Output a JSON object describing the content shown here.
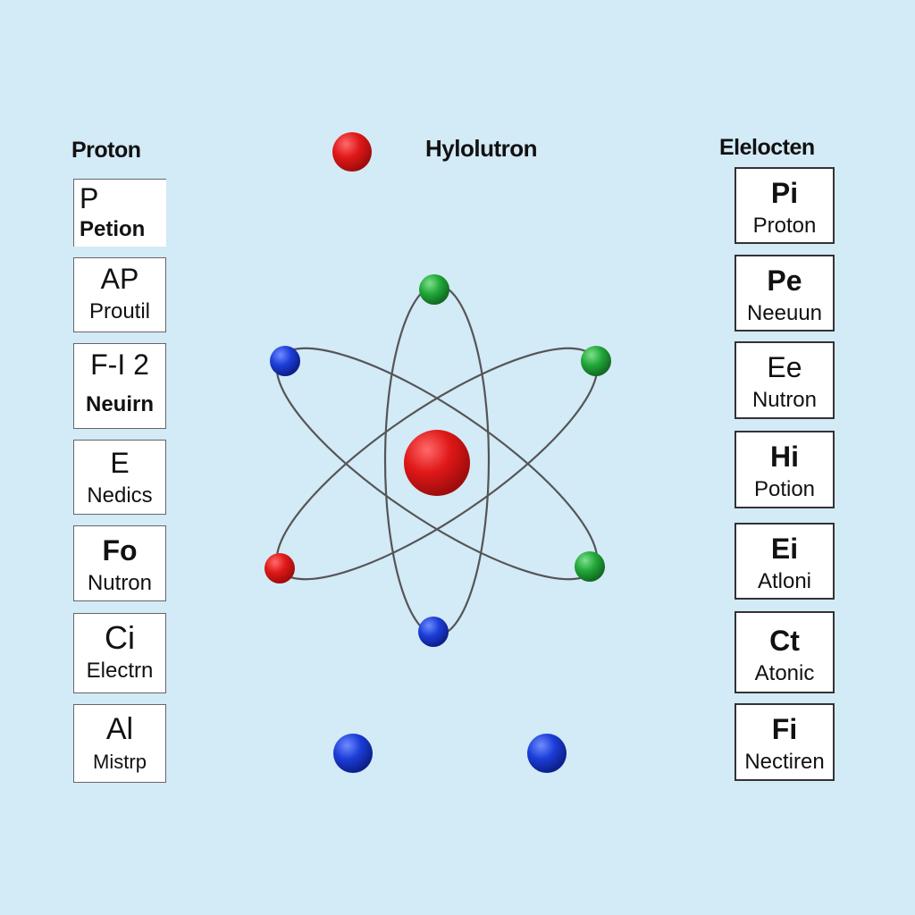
{
  "left_column": {
    "title": "Proton",
    "cards": [
      {
        "symbol": "P",
        "name": "Petion"
      },
      {
        "symbol": "AP",
        "name": "Proutil"
      },
      {
        "symbol": "F-I 2",
        "name": "Neuirn"
      },
      {
        "symbol": "E",
        "name": "Nedics"
      },
      {
        "symbol": "Fo",
        "name": "Nutron"
      },
      {
        "symbol": "Ci",
        "name": "Electrn"
      },
      {
        "symbol": "Al",
        "name": "Mistrp"
      }
    ]
  },
  "center": {
    "title": "Hylolutron"
  },
  "right_column": {
    "title": "Elelocten",
    "cards": [
      {
        "symbol": "Pi",
        "name": "Proton"
      },
      {
        "symbol": "Pe",
        "name": "Neeuun"
      },
      {
        "symbol": "Ee",
        "name": "Nutron"
      },
      {
        "symbol": "Hi",
        "name": "Potion"
      },
      {
        "symbol": "Ei",
        "name": "Atloni"
      },
      {
        "symbol": "Ct",
        "name": "Atonic"
      },
      {
        "symbol": "Fi",
        "name": "Nectiren"
      }
    ]
  },
  "colors": {
    "background": "#d3eaf7",
    "proton": "#e01818",
    "electron_blue": "#1c3ed8",
    "electron_green": "#22a83a",
    "orbit": "#555555"
  }
}
